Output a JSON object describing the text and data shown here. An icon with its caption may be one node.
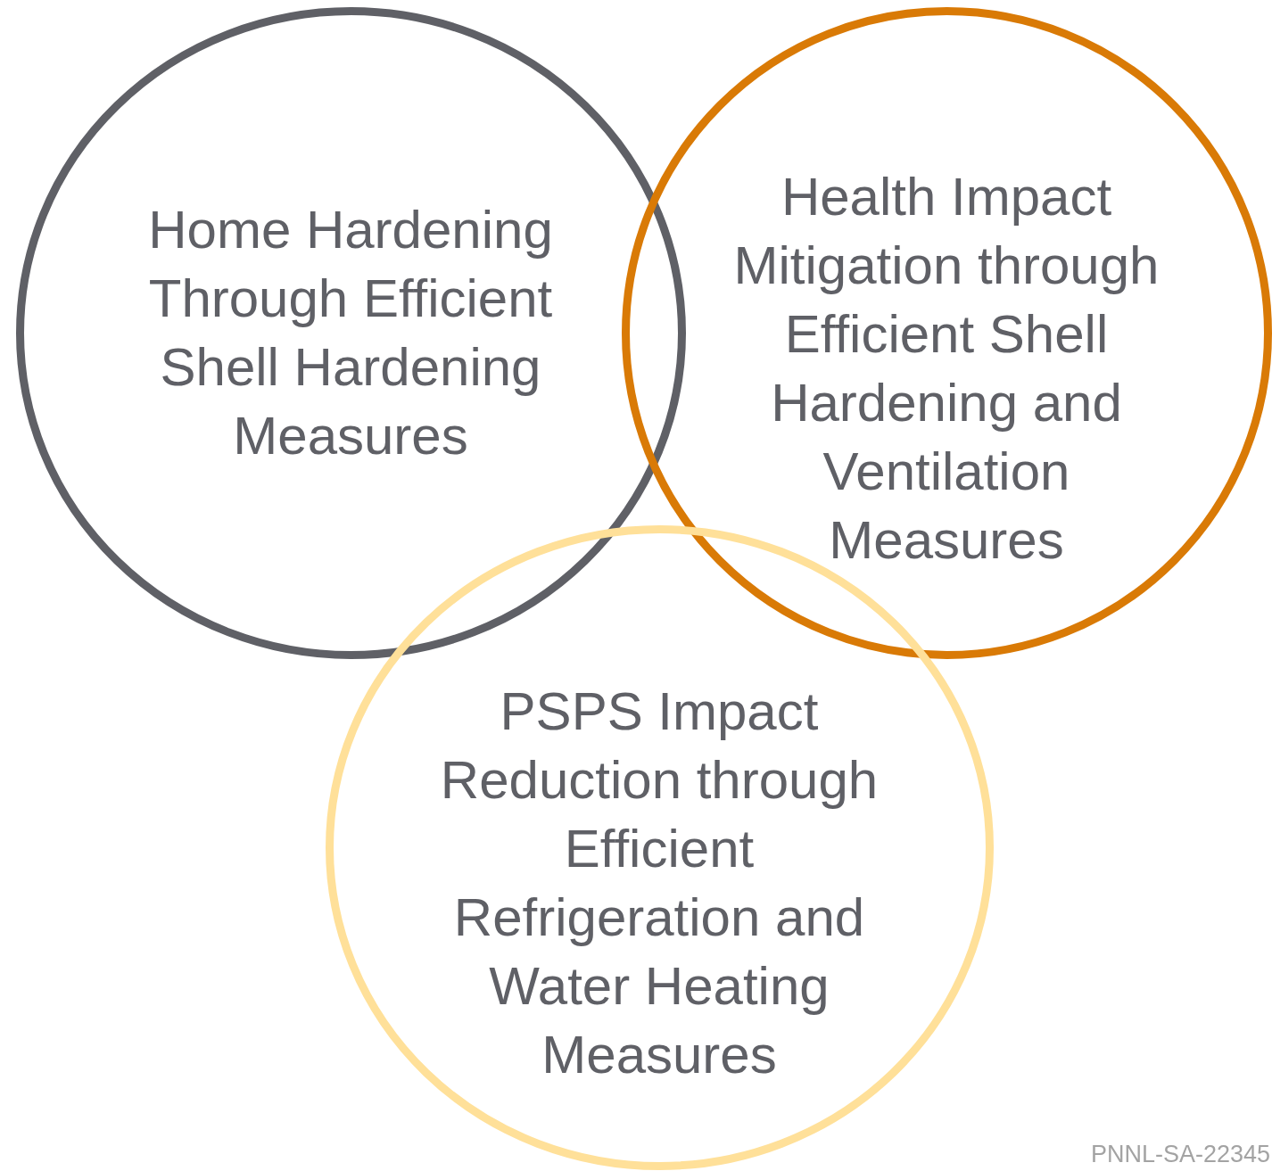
{
  "diagram": {
    "nodes": [
      {
        "text": [
          "Home Hardening Through Efficient Shell Hardening Measures"
        ]
      },
      {
        "text": [
          "Health Impact Mitigation through Efficient Shell Hardening and Ventilation Measures"
        ]
      },
      {
        "text": [
          "PSPS Impact Reduction through Efficient Refrigeration and Water Heating Measures"
        ]
      }
    ],
    "labels": [
      "PNNL-SA-22345"
    ]
  }
}
